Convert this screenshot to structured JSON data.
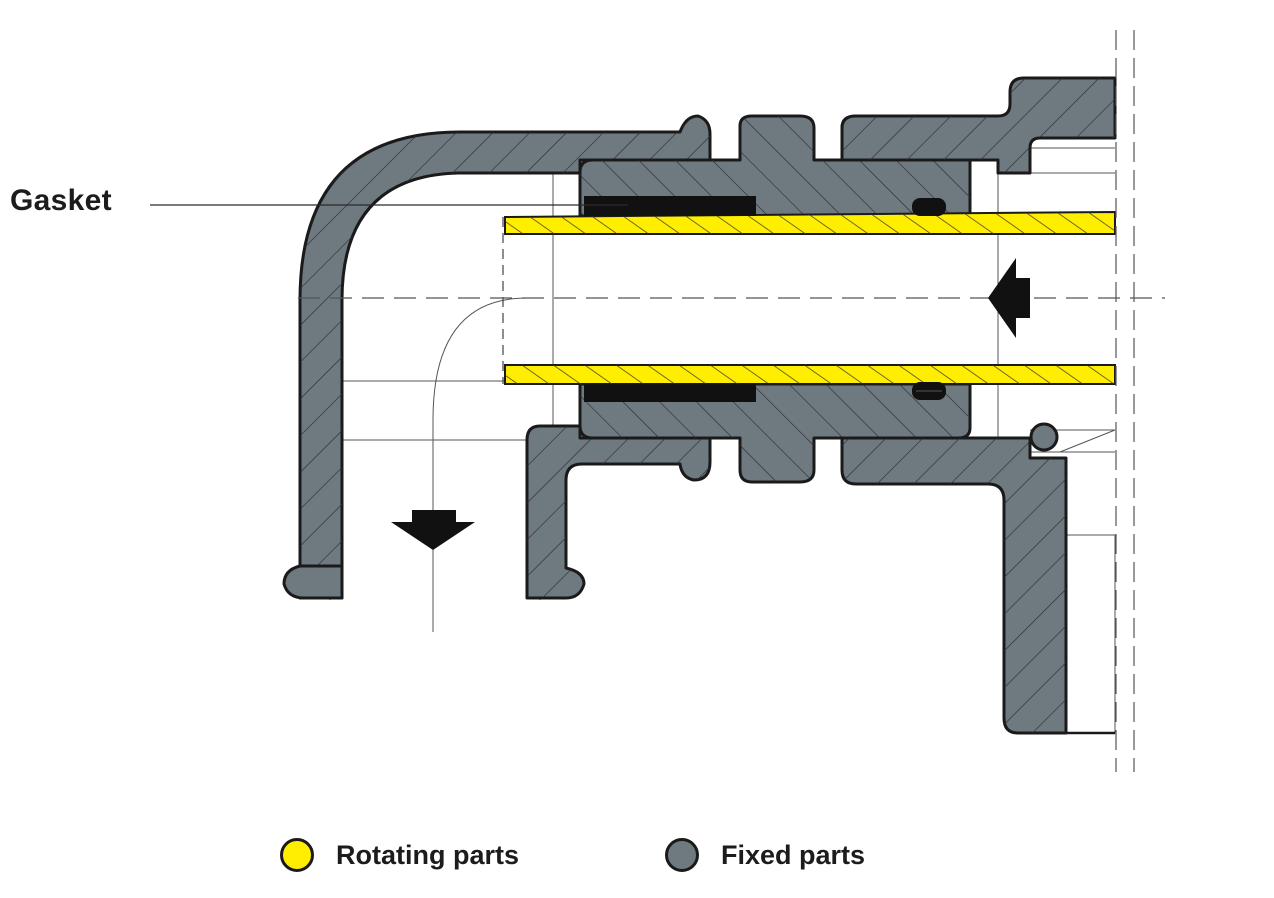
{
  "callouts": {
    "gasket": "Gasket"
  },
  "legend": {
    "rotating": {
      "label": "Rotating parts",
      "color": "#ffee00"
    },
    "fixed": {
      "label": "Fixed parts",
      "color": "#6f7980"
    }
  },
  "colors": {
    "outline": "#1a1a1a",
    "seal": "#111111",
    "hatch": "#2b2f33"
  }
}
